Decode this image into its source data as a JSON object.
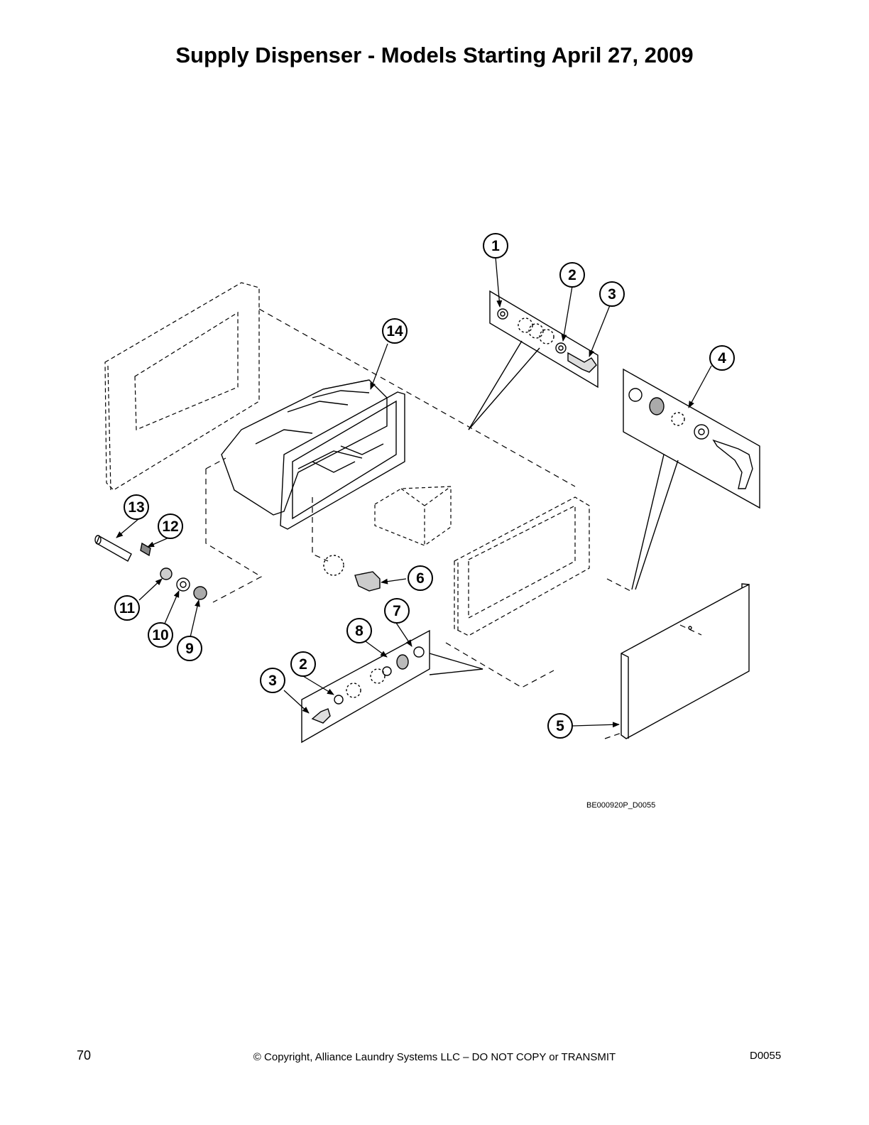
{
  "title": "Supply Dispenser - Models Starting April 27, 2009",
  "figure_code": "BE000920P_D0055",
  "footer": {
    "page_number": "70",
    "copyright": "© Copyright, Alliance Laundry Systems LLC – DO NOT COPY or TRANSMIT",
    "document_code": "D0055"
  },
  "callouts": [
    "1",
    "2",
    "3",
    "4",
    "14",
    "13",
    "12",
    "11",
    "10",
    "9",
    "6",
    "7",
    "8",
    "2",
    "3",
    "5"
  ]
}
